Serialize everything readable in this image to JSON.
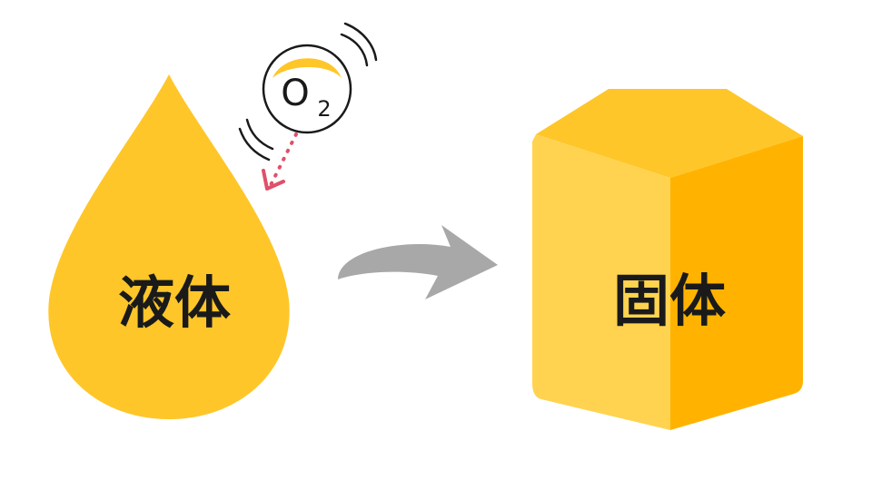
{
  "liquid": {
    "label": "液体",
    "color": "#FFC629"
  },
  "solid": {
    "label": "固体",
    "top_color": "#FFC629",
    "front_color": "#FFD34F",
    "side_color": "#FFB300"
  },
  "oxygen": {
    "symbol": "O",
    "subscript": "2",
    "accent_color": "#FFC629"
  },
  "arrow": {
    "color": "#A8A8A8"
  },
  "dotted_arrow": {
    "color": "#E0506A"
  }
}
